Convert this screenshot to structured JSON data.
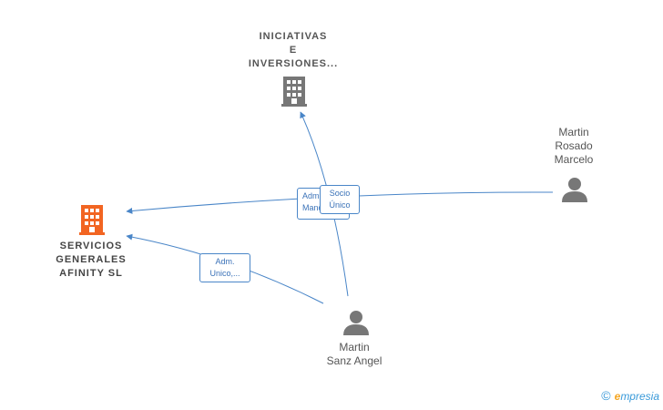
{
  "nodes": {
    "iniciativas": {
      "lines": [
        "INICIATIVAS",
        "E",
        "INVERSIONES..."
      ],
      "type": "company",
      "color": "#777777"
    },
    "servicios": {
      "lines": [
        "SERVICIOS",
        "GENERALES",
        "AFINITY  SL"
      ],
      "type": "company",
      "color": "#f26522"
    },
    "rosado": {
      "lines": [
        "Martin",
        "Rosado",
        "Marcelo"
      ],
      "type": "person",
      "color": "#777777"
    },
    "sanz": {
      "lines": [
        "Martin",
        "Sanz Angel"
      ],
      "type": "person",
      "color": "#777777"
    }
  },
  "edges": [
    {
      "from": "sanz",
      "to": "servicios",
      "label_lines": [
        "Adm.",
        "Unico,..."
      ]
    },
    {
      "from": "rosado",
      "to": "servicios",
      "label_lines": [
        "Adm.",
        "Manc..."
      ]
    },
    {
      "from": "sanz",
      "to": "iniciativas",
      "label_lines": [
        "Socio",
        "Único"
      ]
    }
  ],
  "colors": {
    "edge": "#4a86c8"
  },
  "brand": {
    "copyright": "©",
    "e": "e",
    "rest": "mpresia"
  }
}
